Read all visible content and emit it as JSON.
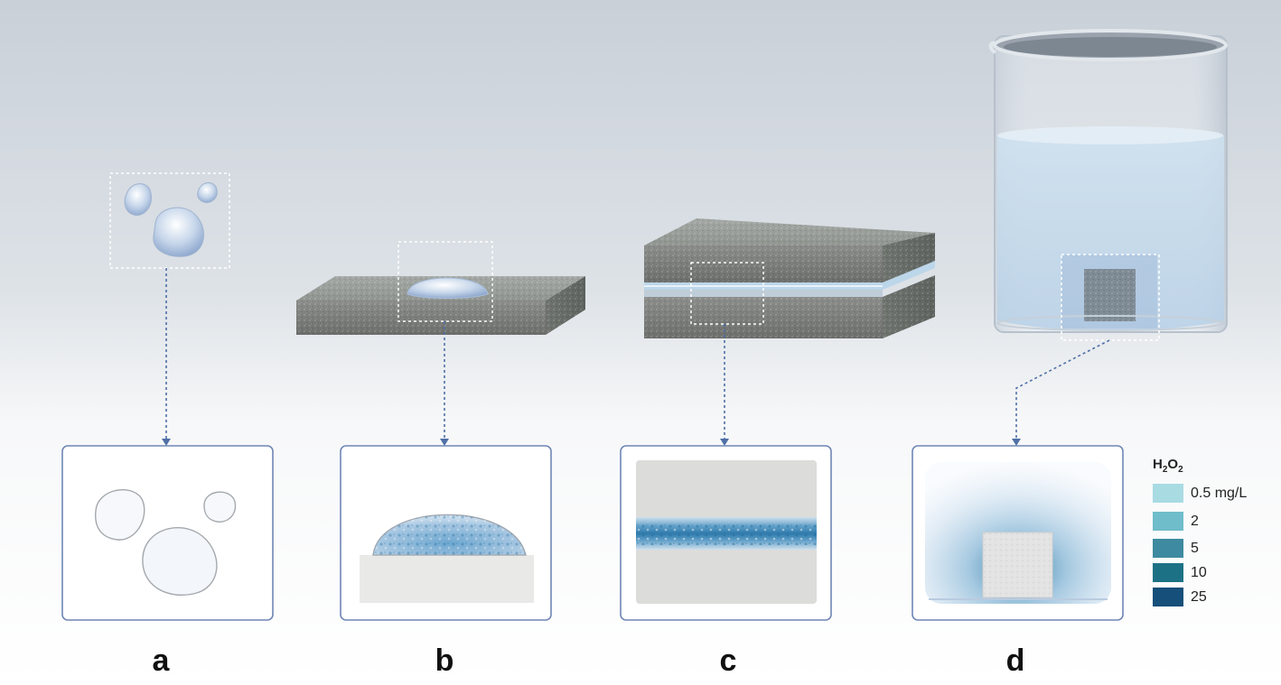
{
  "panels": [
    {
      "key": "a",
      "label": "a"
    },
    {
      "key": "b",
      "label": "b"
    },
    {
      "key": "c",
      "label": "c"
    },
    {
      "key": "d",
      "label": "d"
    }
  ],
  "legend": {
    "title_main": "H",
    "title_sub1": "2",
    "title_mid": "O",
    "title_sub2": "2",
    "entries": [
      {
        "label": "0.5 mg/L",
        "color": "#a9dbe3"
      },
      {
        "label": "2",
        "color": "#6fbccb"
      },
      {
        "label": "5",
        "color": "#3e8aa0"
      },
      {
        "label": "10",
        "color": "#1d7185"
      },
      {
        "label": "25",
        "color": "#164f79"
      }
    ]
  },
  "colors": {
    "frame_border": "#6f86b6",
    "connector": "#4f6fa6",
    "slab_gray": "#8a8c8a",
    "water": "#cfe2f0"
  }
}
